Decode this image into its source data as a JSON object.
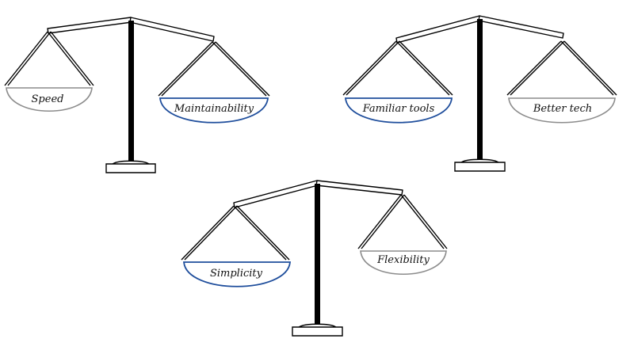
{
  "colors": {
    "heavy": "#1f4e9c",
    "light": "#8c8c8c",
    "frame": "#000000"
  },
  "scales": [
    {
      "left": {
        "label": "Speed",
        "state": "light"
      },
      "right": {
        "label": "Maintainability",
        "state": "heavy"
      }
    },
    {
      "left": {
        "label": "Familiar tools",
        "state": "heavy"
      },
      "right": {
        "label": "Better tech",
        "state": "light"
      }
    },
    {
      "left": {
        "label": "Simplicity",
        "state": "heavy"
      },
      "right": {
        "label": "Flexibility",
        "state": "light"
      }
    }
  ]
}
